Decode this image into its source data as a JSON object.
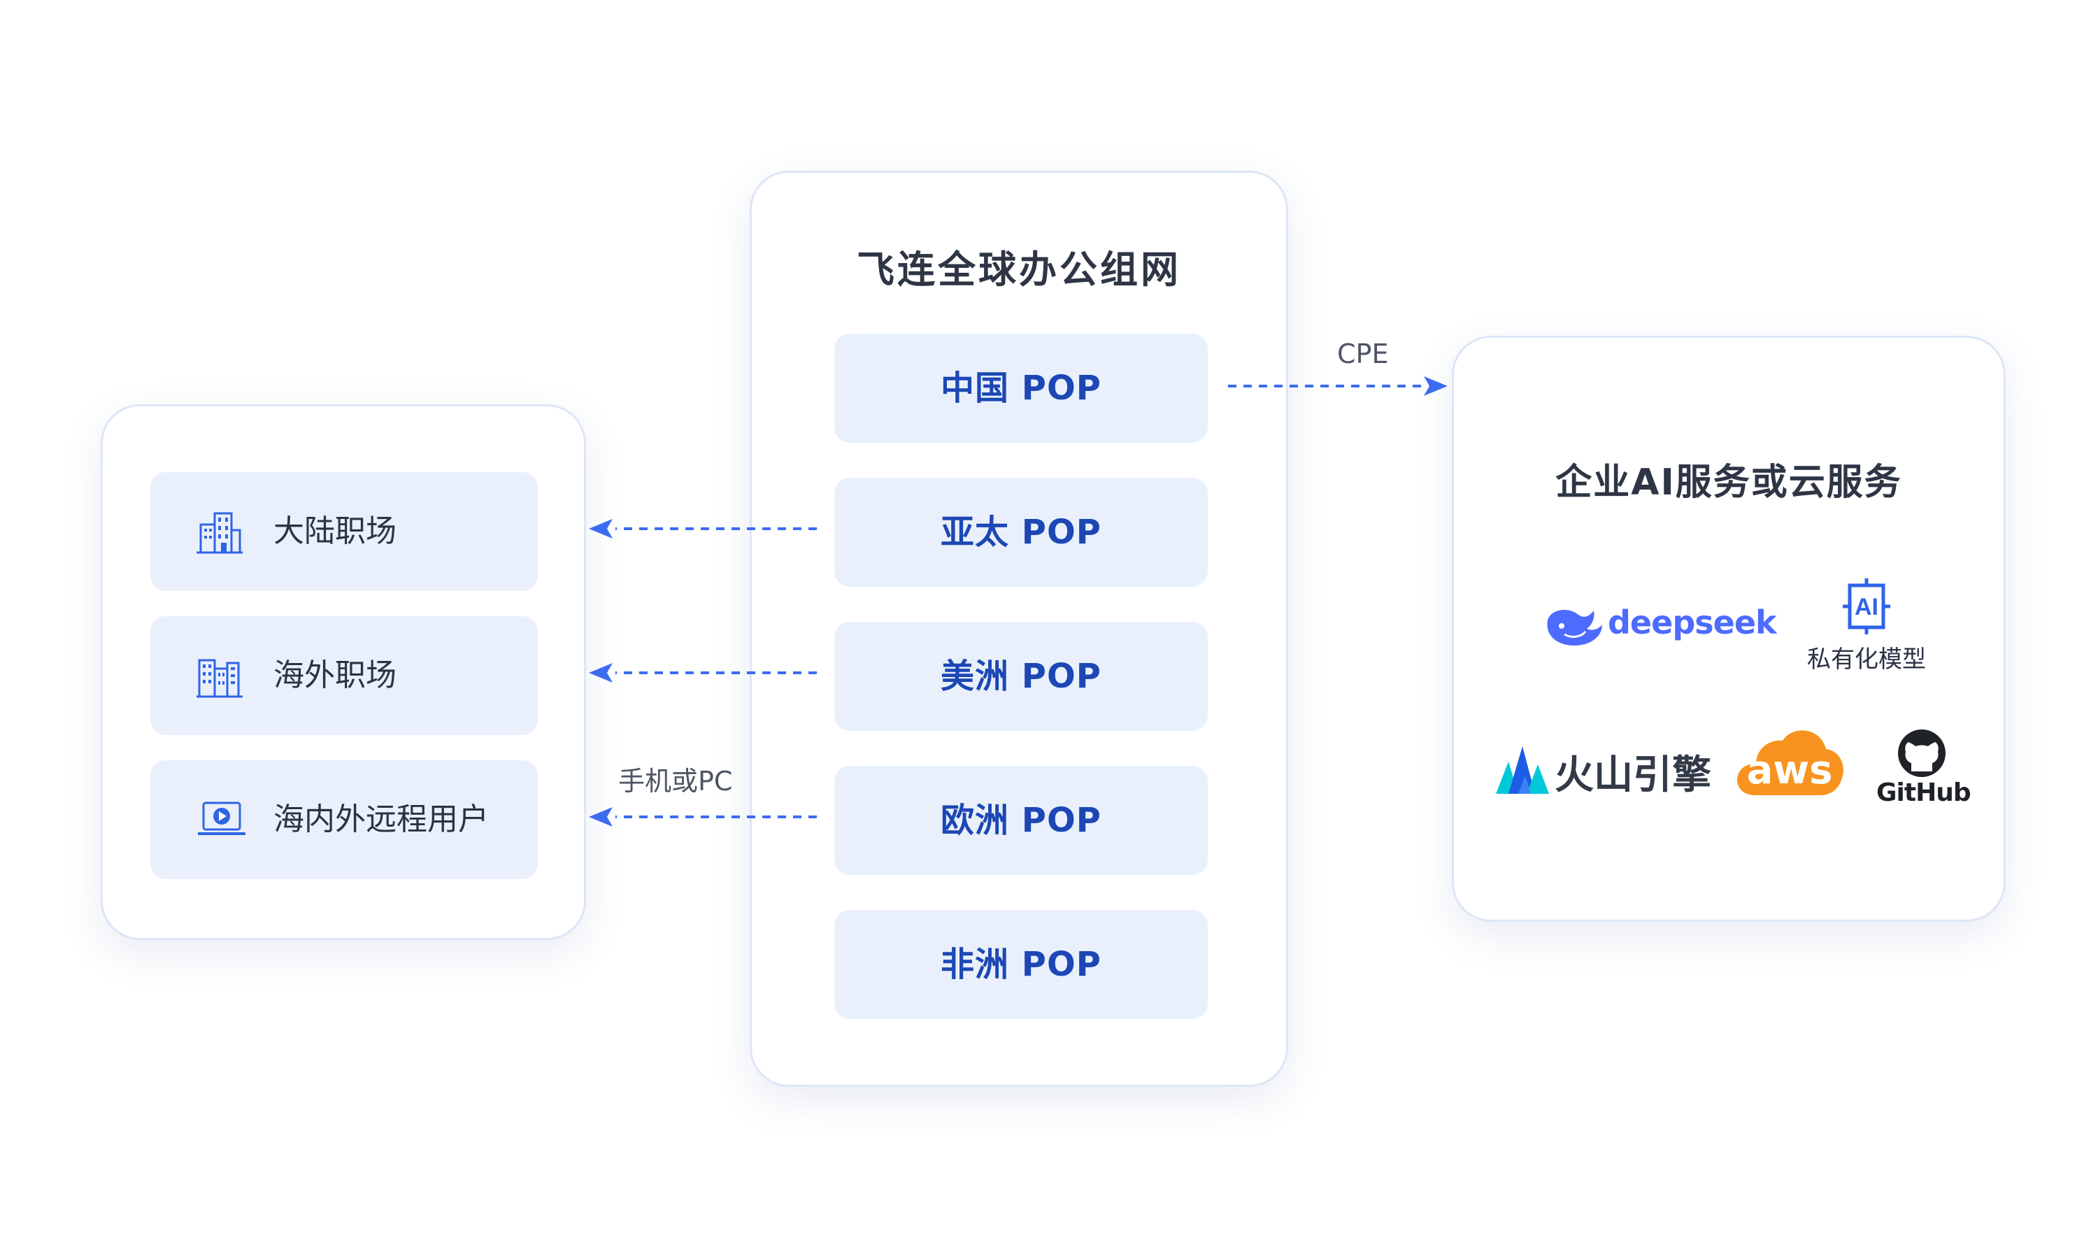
{
  "left_panel": {
    "items": [
      {
        "label": "大陆职场",
        "icon": "office-building-icon"
      },
      {
        "label": "海外职场",
        "icon": "office-building-icon"
      },
      {
        "label": "海内外远程用户",
        "icon": "laptop-play-icon"
      }
    ]
  },
  "center_panel": {
    "title": "飞连全球办公组网",
    "pops": [
      "中国 POP",
      "亚太 POP",
      "美洲 POP",
      "欧洲 POP",
      "非洲 POP"
    ]
  },
  "right_panel": {
    "title": "企业AI服务或云服务",
    "logos": {
      "deepseek": "deepseek",
      "private_model": "私有化模型",
      "private_model_badge": "AI",
      "volcengine": "火山引擎",
      "aws": "aws",
      "github": "GitHub"
    }
  },
  "connections": {
    "cpe_label": "CPE",
    "device_label": "手机或PC"
  },
  "colors": {
    "accent": "#3b6cf0",
    "pop_text": "#1d47b5",
    "tile_bg": "#e9f0fb",
    "card_border": "#dde6f7",
    "aws_orange": "#f7931e",
    "deepseek_blue": "#4d6bfe"
  }
}
